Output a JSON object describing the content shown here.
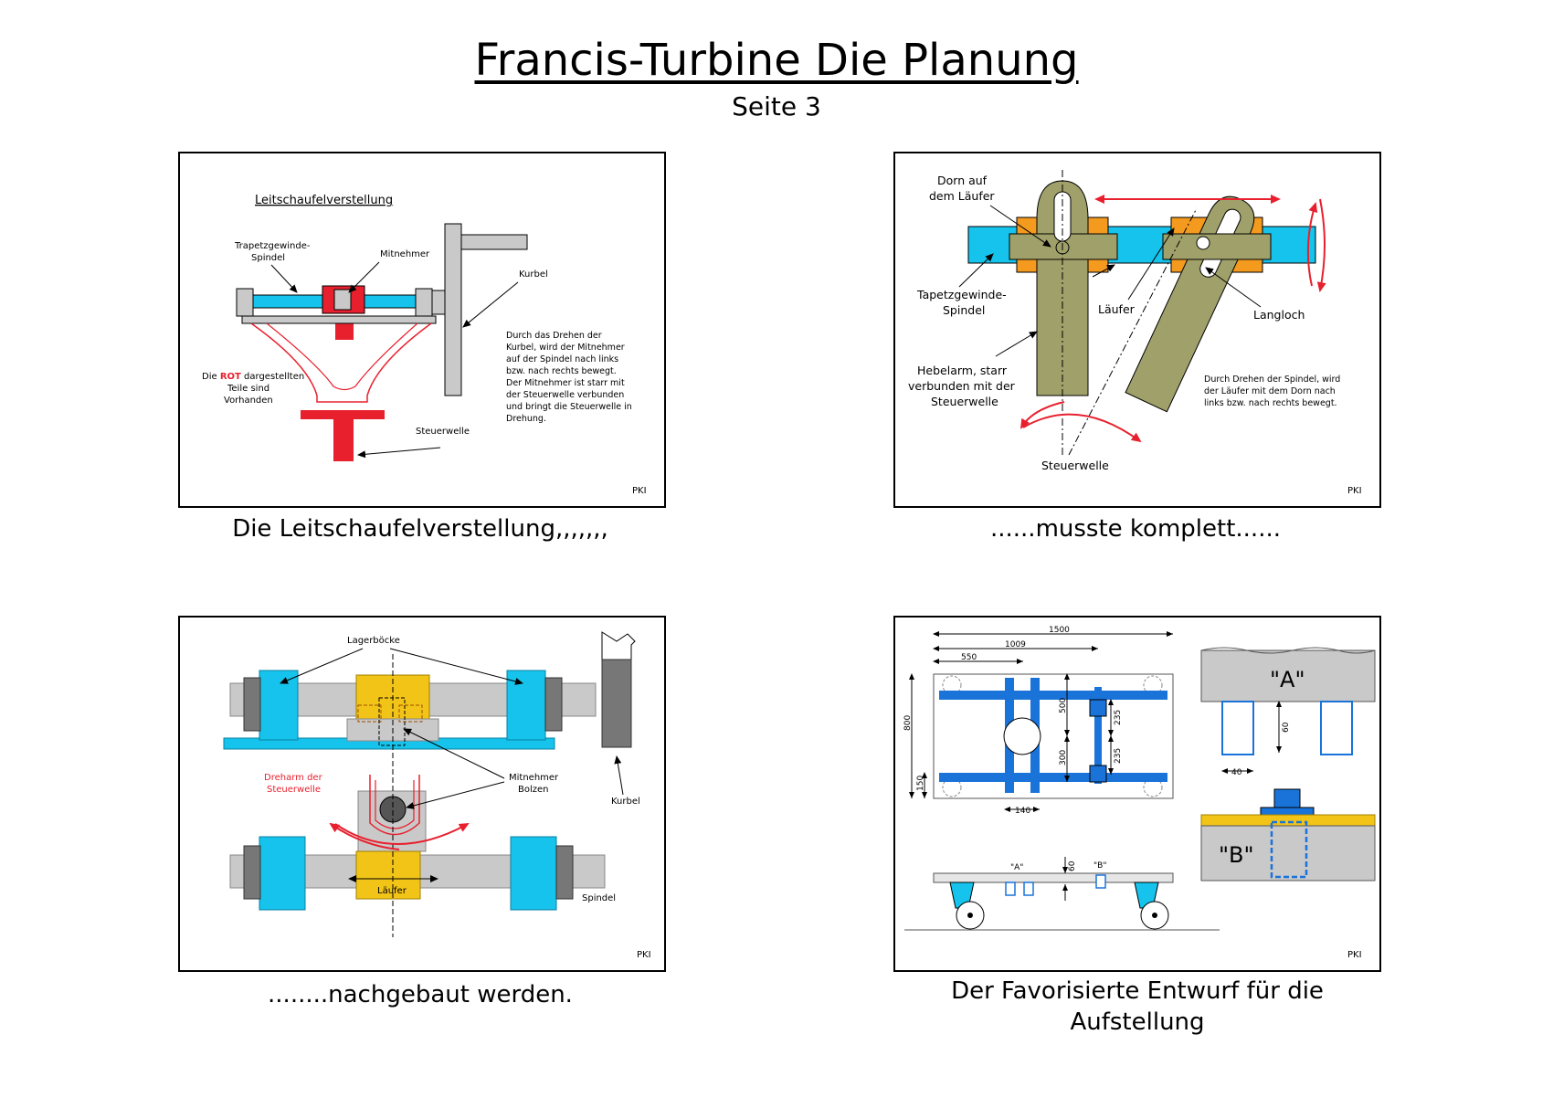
{
  "header": {
    "title": "Francis-Turbine  Die Planung",
    "subtitle": "Seite 3"
  },
  "panels": [
    {
      "caption": "Die Leitschaufelverstellung,,,,,,,",
      "heading": "Leitschaufelverstellung",
      "labels": {
        "spindle_1": "Trapetzgewinde-",
        "spindle_2": "Spindel",
        "dog": "Mitnehmer",
        "crank": "Kurbel",
        "red_1": "Die",
        "red_2": "ROT",
        "red_3": "dargestellten",
        "red_4": "Teile  sind",
        "red_5": "Vorhanden",
        "shaft": "Steuerwelle"
      },
      "note": [
        "Durch das Drehen der",
        "Kurbel, wird der Mitnehmer",
        "auf der Spindel nach links",
        "bzw. nach rechts bewegt.",
        "Der Mitnehmer ist starr mit",
        "der Steuerwelle verbunden",
        "und bringt die Steuerwelle in",
        "Drehung."
      ],
      "signature": "PKI"
    },
    {
      "caption": "......musste komplett......",
      "labels": {
        "pin_1": "Dorn auf",
        "pin_2": "dem Läufer",
        "spindle_1": "Tapetzgewinde-",
        "spindle_2": "Spindel",
        "runner": "Läufer",
        "slot": "Langloch",
        "lever_1": "Hebelarm, starr",
        "lever_2": "verbunden mit der",
        "lever_3": "Steuerwelle",
        "shaft": "Steuerwelle"
      },
      "note": [
        "Durch Drehen der Spindel, wird",
        "der Läufer mit dem Dorn nach",
        "links bzw. nach rechts bewegt."
      ],
      "signature": "PKI"
    },
    {
      "caption": "........nachgebaut werden.",
      "labels": {
        "bearing": "Lagerböcke",
        "arm_1": "Dreharm der",
        "arm_2": "Steuerwelle",
        "dog_1": "Mitnehmer",
        "dog_2": "Bolzen",
        "crank": "Kurbel",
        "runner": "Läufer",
        "spindle": "Spindel"
      },
      "signature": "PKI"
    },
    {
      "caption": "Der Favorisierte Entwurf für die Aufstellung",
      "dimensions": {
        "d1500": "1500",
        "d1009": "1009",
        "d550": "550",
        "d800": "800",
        "d150": "150",
        "d500": "500",
        "d300": "300",
        "d235a": "235",
        "d235b": "235",
        "d140": "140",
        "d60a": "60",
        "d40": "40",
        "d60b": "60"
      },
      "labels": {
        "a_small": "\"A\"",
        "b_small": "\"B\"",
        "a_big": "\"A\"",
        "b_big": "\"B\""
      },
      "signature": "PKI"
    }
  ],
  "colors": {
    "cyan": "#15c3ec",
    "red": "#e8202e",
    "yellow": "#f2c418",
    "orange": "#f39a1f",
    "olive": "#a0a06a",
    "gray": "#c9c9c9",
    "blue": "#1a73d9"
  }
}
